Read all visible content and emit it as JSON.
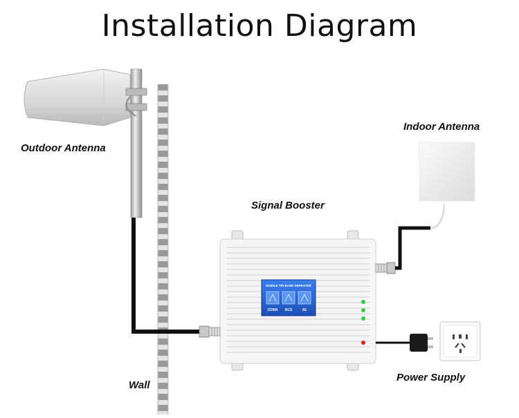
{
  "title": "Installation Diagram",
  "labels": {
    "outdoor_antenna": "Outdoor Antenna",
    "indoor_antenna": "Indoor Antenna",
    "signal_booster": "Signal Booster",
    "wall": "Wall",
    "power_supply": "Power Supply"
  },
  "booster_panel": {
    "header": "MOBILE TRI BAND REPEATER",
    "bands": [
      "CDMA",
      "DCS",
      "3G"
    ]
  },
  "colors": {
    "cable": "#111111",
    "booster_body": "#f4f4f4",
    "panel_blue": "#1f5fd0",
    "led_green": "#2ecc40",
    "led_red": "#e02020"
  }
}
